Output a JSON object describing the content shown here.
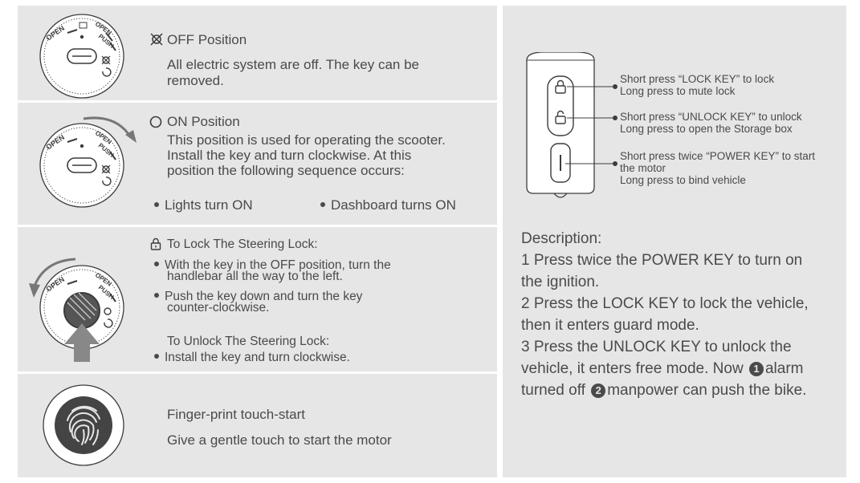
{
  "off": {
    "title": "OFF Position",
    "body_line1": "All electric system are off. The key can be",
    "body_line2": "removed."
  },
  "on": {
    "title": "ON Position",
    "line1": "This position is used for operating the scooter.",
    "line2": "Install the key and turn clockwise. At this",
    "line3": "position the following sequence occurs:",
    "bullet1": "Lights turn ON",
    "bullet2": "Dashboard turns ON"
  },
  "lock": {
    "title": "To Lock The Steering Lock:",
    "b1_line1": "With the key in the OFF position, turn the",
    "b1_line2": "handlebar all the way to the left.",
    "b2_line1": "Push the key down and turn the key",
    "b2_line2": "counter-clockwise.",
    "unlock_title": "To Unlock The Steering Lock:",
    "unlock_b1": "Install the key and turn clockwise."
  },
  "finger": {
    "title": "Finger-print touch-start",
    "body": "Give a gentle touch to start the motor"
  },
  "dial": {
    "open_left": "OPEN",
    "open_right": "OPEN",
    "push": "PUSH"
  },
  "remote": {
    "lock_line1": "Short press “LOCK KEY” to lock",
    "lock_line2": "Long press to mute lock",
    "unlock_line1": "Short press “UNLOCK KEY” to unlock",
    "unlock_line2": "Long press to open the Storage box",
    "power_line1": "Short press twice “POWER KEY” to  start",
    "power_line2": "the motor",
    "power_line3": "Long press to bind vehicle"
  },
  "description": {
    "heading": "Description:",
    "l1": "1 Press twice the POWER KEY to turn on",
    "l2": "the ignition.",
    "l3": "2 Press the LOCK KEY to lock the vehicle,",
    "l4": "then it enters guard mode.",
    "l5": "3 Press the UNLOCK KEY to unlock the",
    "l6a": "vehicle, it enters free mode. Now",
    "n1": "1",
    "l6b": "alarm",
    "l7a": "turned off",
    "n2": "2",
    "l7b": "manpower can push the bike."
  },
  "colors": {
    "panel": "#e6e6e6",
    "text": "#4a4a4a",
    "icon": "#3c3c3c"
  }
}
